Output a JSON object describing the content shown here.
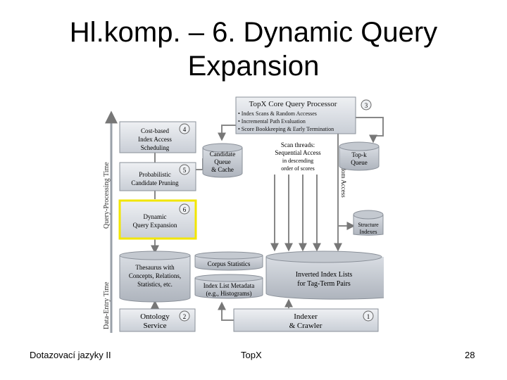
{
  "slide": {
    "title_line1": "Hl.komp. – 6. Dynamic Query",
    "title_line2": "Expansion"
  },
  "footer": {
    "left": "Dotazovací jazyky II",
    "center": "TopX",
    "right": "28"
  },
  "diagram": {
    "axis_query_processing": "Query-Processing Time",
    "axis_data_entry": "Data-Entry Time",
    "core": {
      "title": "TopX Core Query Processor",
      "number": "3",
      "items": [
        "• Index Scans & Random Accesses",
        "• Incremental Path Evaluation",
        "• Score Bookkeeping & Early Termination"
      ]
    },
    "cost_based": {
      "lines": [
        "Cost-based",
        "Index Access",
        "Scheduling"
      ],
      "number": "4"
    },
    "probabilistic": {
      "lines": [
        "Probabilistic",
        "Candidate Pruning"
      ],
      "number": "5"
    },
    "dynamic": {
      "lines": [
        "Dynamic",
        "Query Expansion"
      ],
      "number": "6"
    },
    "candidate_queue": {
      "lines": [
        "Candidate",
        "Queue",
        "& Cache"
      ]
    },
    "scan_threads": {
      "lines": [
        "Scan threads:",
        "Sequential Access",
        "in descending",
        "order of scores"
      ]
    },
    "random_access": "Random Access",
    "topk_queue": {
      "lines": [
        "Top-k",
        "Queue"
      ]
    },
    "structure_indexes": {
      "lines": [
        "Structure",
        "Indexes"
      ]
    },
    "corpus_statistics": "Corpus Statistics",
    "index_list_metadata": {
      "lines": [
        "Index List Metadata",
        "(e.g., Histograms)"
      ]
    },
    "thesaurus": {
      "lines": [
        "Thesaurus with",
        "Concepts, Relations,",
        "Statistics, etc."
      ]
    },
    "inverted_index": {
      "lines": [
        "Inverted Index Lists",
        "for Tag-Term Pairs"
      ]
    },
    "ontology": {
      "lines": [
        "Ontology",
        "Service"
      ],
      "number": "2"
    },
    "indexer": {
      "lines": [
        "Indexer",
        "& Crawler"
      ],
      "number": "1"
    }
  }
}
